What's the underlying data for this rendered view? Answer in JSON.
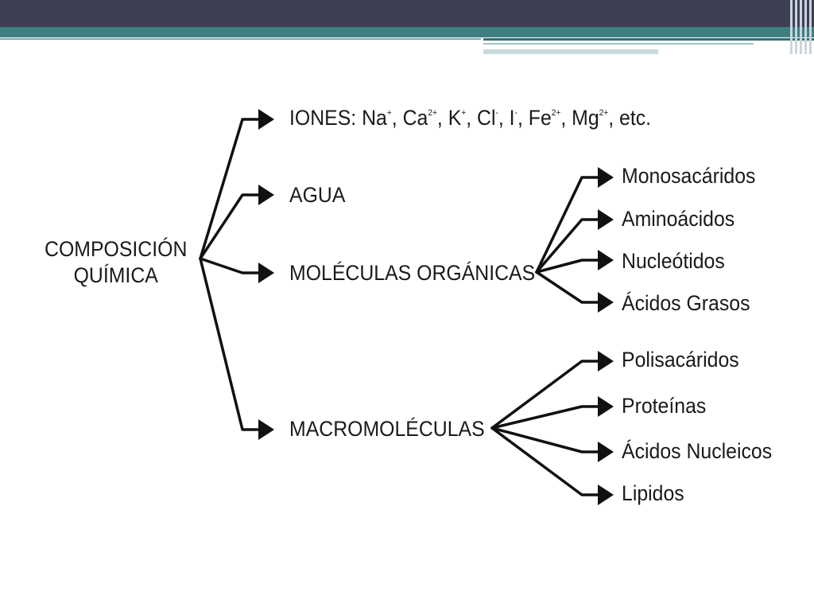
{
  "slide": {
    "colors": {
      "top_bar": "#3f3f54",
      "accent": "#3f7f82",
      "arrow": "#111111",
      "text": "#1a1a1a"
    }
  },
  "diagram": {
    "root": {
      "line1": "COMPOSICIÓN",
      "line2": "QUÍMICA"
    },
    "iones": {
      "prefix": "IONES: ",
      "items": [
        {
          "base": "Na",
          "charge": "+"
        },
        {
          "base": "Ca",
          "charge": "2+"
        },
        {
          "base": "K",
          "charge": "+"
        },
        {
          "base": "Cl",
          "charge": "-"
        },
        {
          "base": "I",
          "charge": "-"
        },
        {
          "base": "Fe",
          "charge": "2+"
        },
        {
          "base": "Mg",
          "charge": "2+"
        }
      ],
      "suffix": "etc."
    },
    "agua": "AGUA",
    "moleculas_organicas": {
      "label": "MOLÉCULAS ORGÁNICAS",
      "children": [
        "Monosacáridos",
        "Aminoácidos",
        "Nucleótidos",
        "Ácidos Grasos"
      ]
    },
    "macromoleculas": {
      "label": "MACROMOLÉCULAS",
      "children": [
        "Polisacáridos",
        "Proteínas",
        "Ácidos Nucleicos",
        "Lipidos"
      ]
    }
  }
}
